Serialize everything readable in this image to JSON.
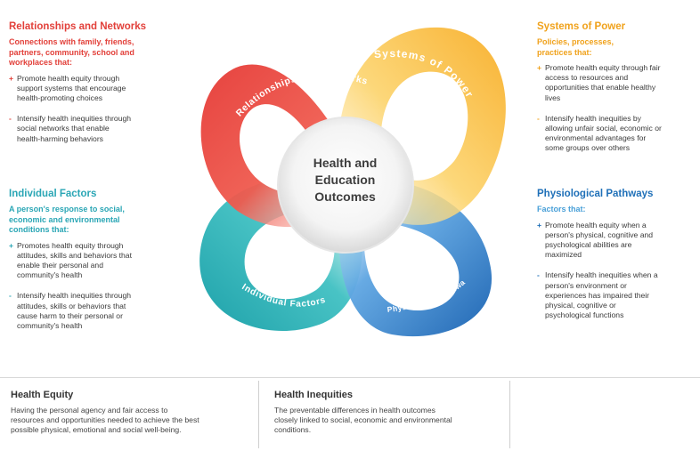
{
  "relationships": {
    "title": "Relationships and Networks",
    "subtitle": [
      "Connections with family, friends,",
      "partners, community, school and",
      "workplaces that:"
    ],
    "bullets": [
      {
        "sym": "+",
        "lines": [
          "Promote health equity through",
          "support systems that encourage",
          "health-promoting choices"
        ]
      },
      {
        "sym": "-",
        "lines": [
          "Intensify health inequities through",
          "social networks that enable",
          "health-harming behaviors"
        ]
      }
    ]
  },
  "individual": {
    "title": "Individual Factors",
    "subtitle": [
      "A person's response to social,",
      "economic and environmental",
      "conditions that:"
    ],
    "bullets": [
      {
        "sym": "+",
        "lines": [
          "Promotes health equity through",
          "attitudes, skills and behaviors that",
          "enable their personal and",
          "community's health"
        ]
      },
      {
        "sym": "-",
        "lines": [
          "Intensify health inequities through",
          "attitudes, skills or behaviors that",
          "cause harm to their personal or",
          "community's health"
        ]
      }
    ]
  },
  "systems": {
    "title": "Systems of Power",
    "subtitle": [
      "Policies, processes,",
      "practices that:"
    ],
    "bullets": [
      {
        "sym": "+",
        "lines": [
          "Promote health equity through fair",
          "access to resources and",
          "opportunities that enable healthy",
          "lives"
        ]
      },
      {
        "sym": "-",
        "lines": [
          "Intensify health inequities by",
          "allowing unfair social, economic or",
          "environmental advantages for",
          "some groups over others"
        ]
      }
    ]
  },
  "physiological": {
    "title": "Physiological Pathways",
    "subtitle": [
      "Factors that:"
    ],
    "bullets": [
      {
        "sym": "+",
        "lines": [
          "Promote health equity when a",
          "person's physical, cognitive and",
          "psychological abilities are",
          "maximized"
        ]
      },
      {
        "sym": "-",
        "lines": [
          "Intensify health inequities when a",
          "person's environment or",
          "experiences has impaired their",
          "physical, cognitive or",
          "psychological functions"
        ]
      }
    ]
  },
  "diagram": {
    "center": [
      "Health and",
      "Education",
      "Outcomes"
    ],
    "petal_labels": {
      "relationships": "Relationships and Networks",
      "systems": "Systems of Power",
      "individual": "Individual Factors",
      "physiological": "Physiological Pathways"
    },
    "colors": {
      "red": "#e53935",
      "orange": "#f7b12a",
      "teal": "#1fa9b0",
      "blue": "#1a6fc0"
    }
  },
  "footer": {
    "equity": {
      "title": "Health Equity",
      "lines": [
        "Having the personal agency and fair access to",
        "resources and opportunities needed to achieve the best",
        "possible physical, emotional and social well-being."
      ]
    },
    "inequities": {
      "title": "Health Inequities",
      "lines": [
        "The preventable differences in health outcomes",
        "closely linked to social, economic and environmental",
        "conditions."
      ]
    }
  }
}
